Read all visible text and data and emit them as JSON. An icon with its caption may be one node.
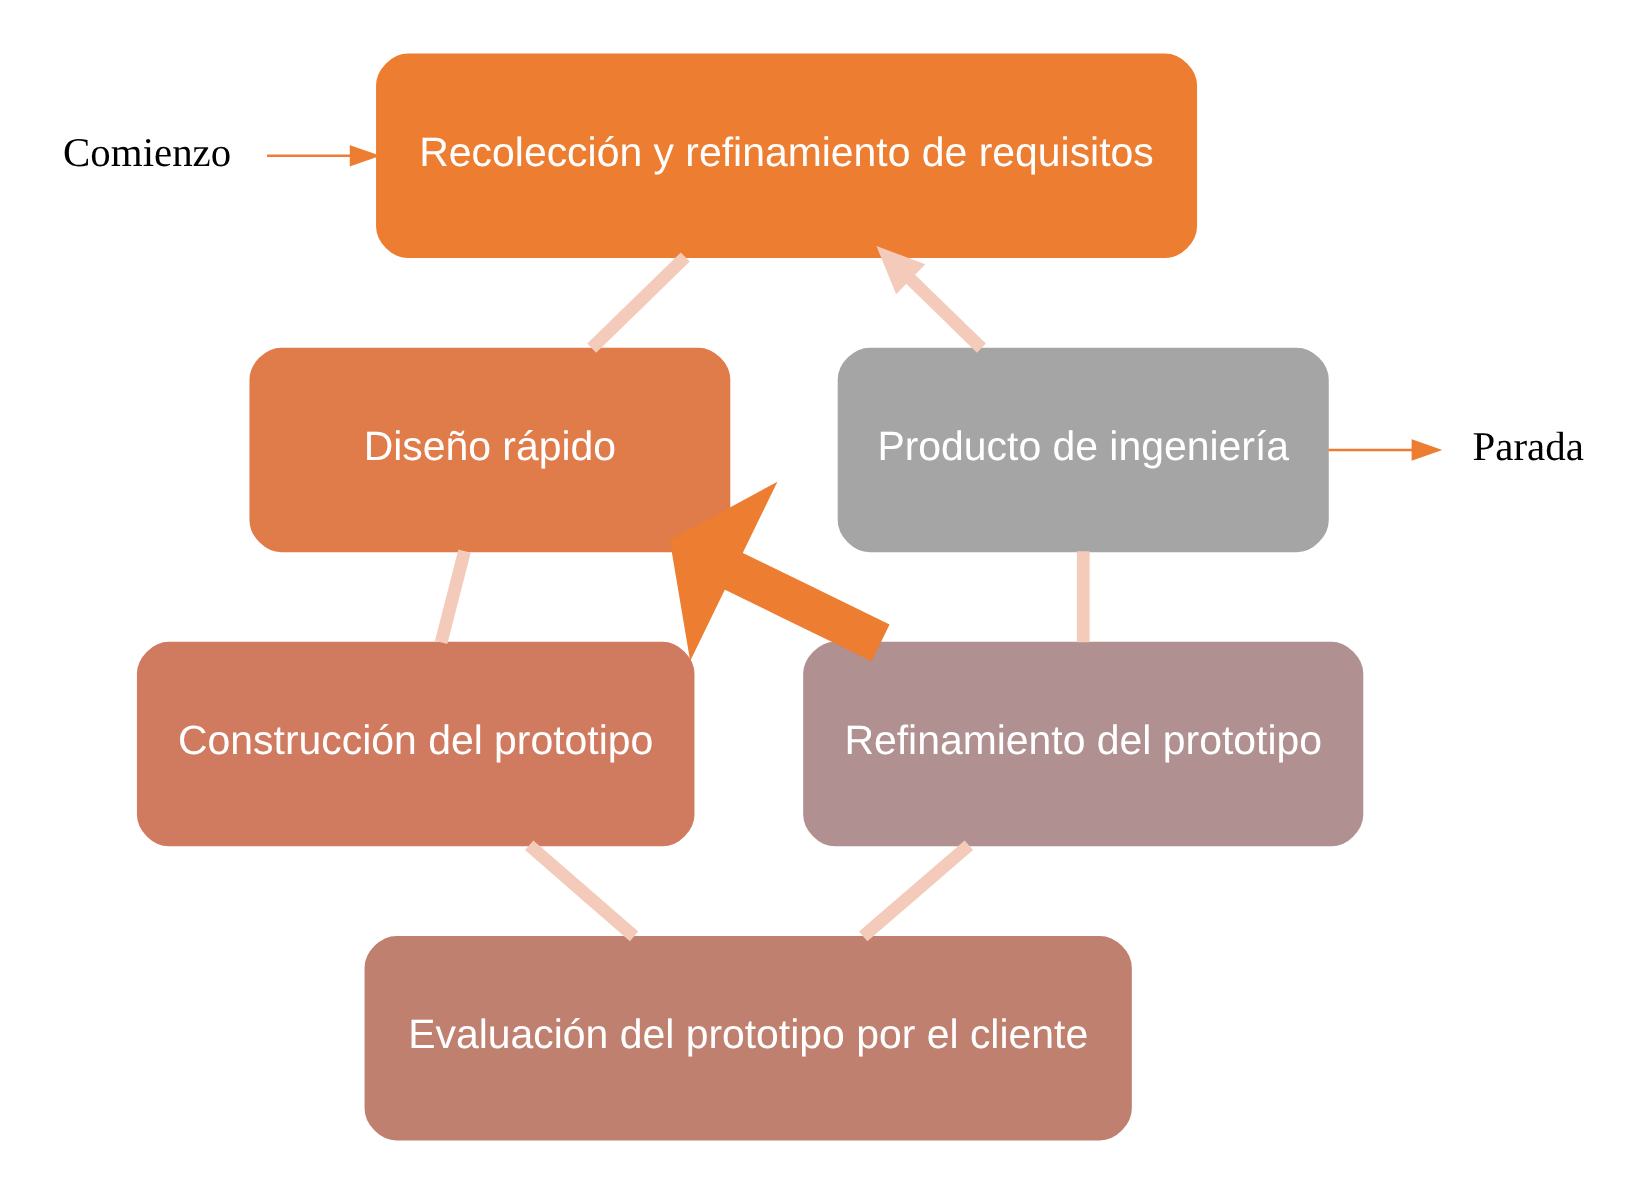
{
  "diagram": {
    "nodes": [
      {
        "text": [
          "Comienzo"
        ]
      },
      {
        "text": [
          "Parada"
        ]
      },
      {
        "text": [
          "Recolección y refinamiento de requisitos"
        ]
      },
      {
        "text": [
          "Diseño rápido"
        ]
      },
      {
        "text": [
          "Construcción del prototipo"
        ]
      },
      {
        "text": [
          "Evaluación del prototipo por el cliente"
        ]
      },
      {
        "text": [
          "Refinamiento del prototipo"
        ]
      },
      {
        "text": [
          "Producto de ingeniería"
        ]
      }
    ],
    "edges": [
      {
        "from": 0,
        "to": 2,
        "arrow": "to",
        "color": "#ed7d31"
      },
      {
        "from": 7,
        "to": 1,
        "arrow": "to",
        "color": "#ed7d31"
      },
      {
        "from": 2,
        "to": 3,
        "arrow": "none"
      },
      {
        "from": 3,
        "to": 4,
        "arrow": "none"
      },
      {
        "from": 4,
        "to": 5,
        "arrow": "none"
      },
      {
        "from": 5,
        "to": 6,
        "arrow": "none"
      },
      {
        "from": 6,
        "to": 7,
        "arrow": "none"
      },
      {
        "from": 7,
        "to": 2,
        "arrow": "to"
      },
      {
        "from": 6,
        "to": 3,
        "arrow": "to",
        "style": "thick",
        "color": "#ed7d31"
      }
    ]
  }
}
